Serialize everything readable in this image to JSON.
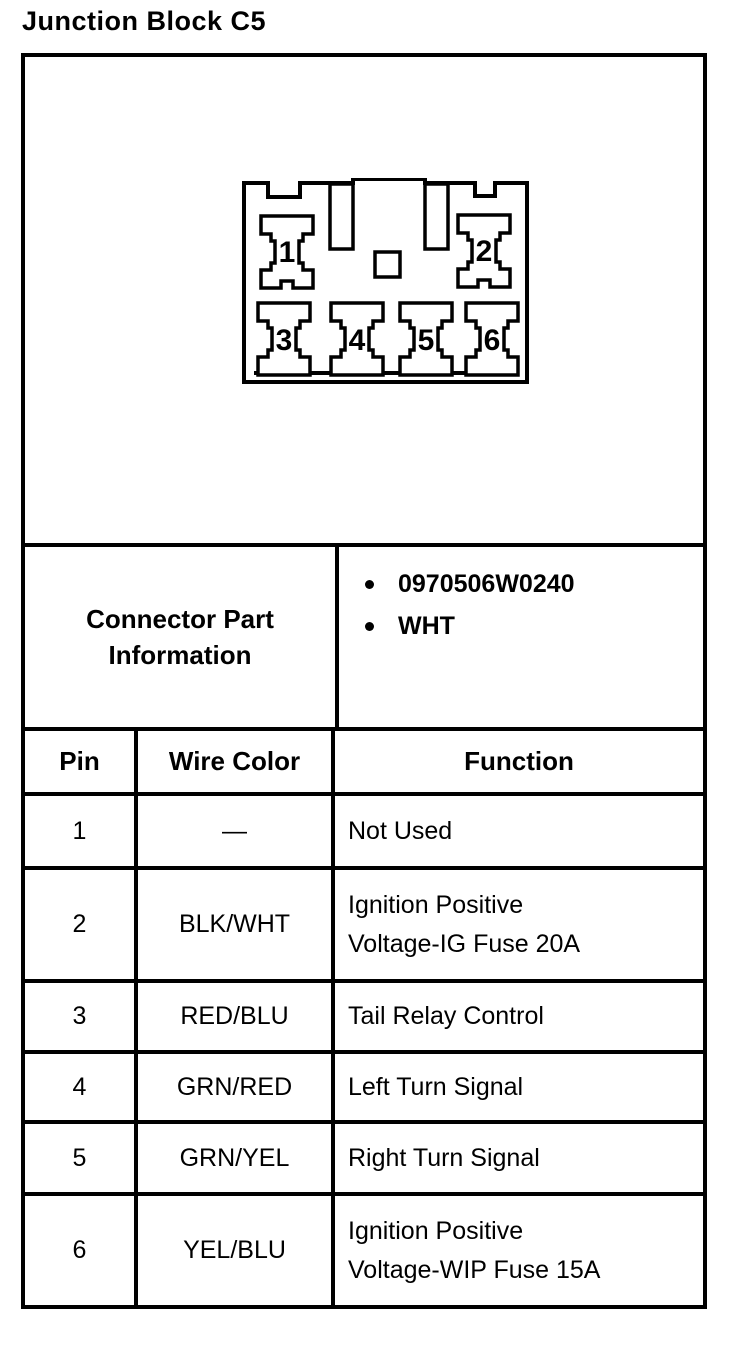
{
  "page": {
    "title": "Junction Block C5"
  },
  "colors": {
    "ink": "#000000",
    "background": "#ffffff"
  },
  "connector": {
    "pins": [
      "1",
      "2",
      "3",
      "4",
      "5",
      "6"
    ]
  },
  "part_info": {
    "label_line1": "Connector Part",
    "label_line2": "Information",
    "bullets": [
      "0970506W0240",
      "WHT"
    ]
  },
  "table": {
    "headers": [
      "Pin",
      "Wire Color",
      "Function"
    ],
    "rows": [
      {
        "pin": "1",
        "wire": "—",
        "function": "Not Used",
        "function_lines": [
          "Not Used"
        ]
      },
      {
        "pin": "2",
        "wire": "BLK/WHT",
        "function": "Ignition Positive Voltage-IG Fuse 20A",
        "function_lines": [
          "Ignition Positive",
          "Voltage-IG Fuse 20A"
        ]
      },
      {
        "pin": "3",
        "wire": "RED/BLU",
        "function": "Tail Relay Control",
        "function_lines": [
          "Tail Relay Control"
        ]
      },
      {
        "pin": "4",
        "wire": "GRN/RED",
        "function": "Left Turn Signal",
        "function_lines": [
          "Left Turn Signal"
        ]
      },
      {
        "pin": "5",
        "wire": "GRN/YEL",
        "function": "Right Turn Signal",
        "function_lines": [
          "Right Turn Signal"
        ]
      },
      {
        "pin": "6",
        "wire": "YEL/BLU",
        "function": "Ignition Positive Voltage-WIP Fuse 15A",
        "function_lines": [
          "Ignition Positive",
          "Voltage-WIP Fuse 15A"
        ]
      }
    ]
  }
}
